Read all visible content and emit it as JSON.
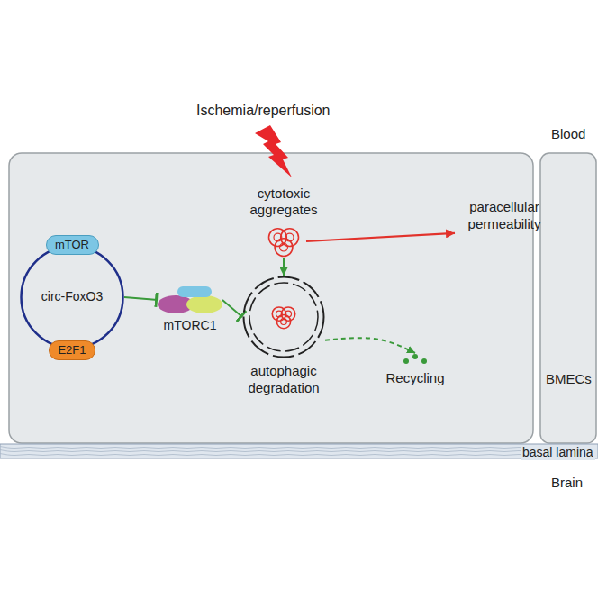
{
  "diagram": {
    "nodes": [
      {
        "text": [
          "circ-FoxO3"
        ]
      },
      {
        "text": [
          "mTOR"
        ]
      },
      {
        "text": [
          "E2F1"
        ]
      },
      {
        "text": [
          "mTORC1"
        ]
      },
      {
        "text": [
          "cytotoxic aggregates"
        ]
      },
      {
        "text": [
          "autophagic degradation"
        ]
      },
      {
        "text": [
          "Recycling"
        ]
      },
      {
        "text": [
          "paracellular permeability"
        ]
      }
    ],
    "edges": [
      {
        "from": 0,
        "to": 3,
        "arrow": "to"
      },
      {
        "from": 3,
        "to": 5,
        "arrow": "to"
      },
      {
        "from": 4,
        "to": 5,
        "arrow": "to"
      },
      {
        "from": 4,
        "to": 7,
        "arrow": "to"
      },
      {
        "from": 5,
        "to": 6,
        "arrow": "to"
      }
    ],
    "labels": [
      "Ischemia/reperfusion",
      "Blood",
      "BMECs",
      "basal lamina",
      "Brain"
    ]
  }
}
